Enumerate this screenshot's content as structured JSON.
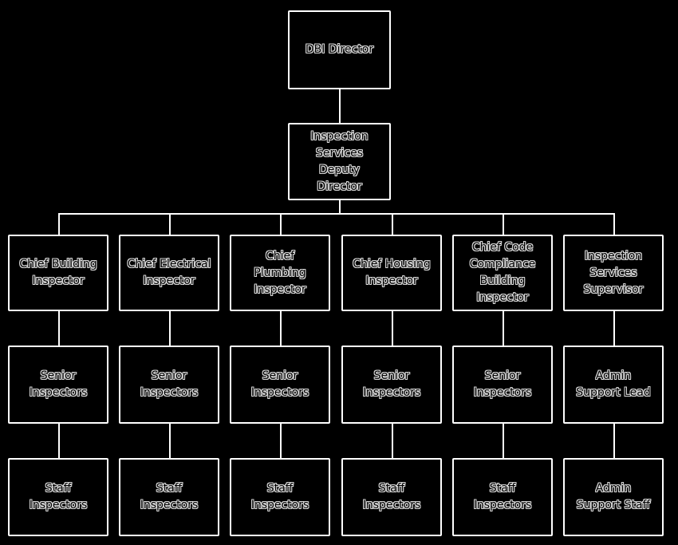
{
  "colors": {
    "background": "#000000",
    "box_border": "#ffffff",
    "connector": "#ffffff"
  },
  "org_chart": {
    "director": "DBI Director",
    "deputy": "Inspection Services Deputy Director",
    "columns": [
      {
        "chief": "Chief Building Inspector",
        "senior": "Senior Inspectors",
        "staff": "Staff Inspectors"
      },
      {
        "chief": "Chief Electrical Inspector",
        "senior": "Senior Inspectors",
        "staff": "Staff Inspectors"
      },
      {
        "chief": "Chief Plumbing Inspector",
        "senior": "Senior Inspectors",
        "staff": "Staff Inspectors"
      },
      {
        "chief": "Chief Housing Inspector",
        "senior": "Senior Inspectors",
        "staff": "Staff Inspectors"
      },
      {
        "chief": "Chief Code Compliance Building Inspector",
        "senior": "Senior Inspectors",
        "staff": "Staff Inspectors"
      },
      {
        "chief": "Inspection Services Supervisor",
        "senior": "Admin Support Lead",
        "staff": "Admin Support Staff"
      }
    ]
  }
}
